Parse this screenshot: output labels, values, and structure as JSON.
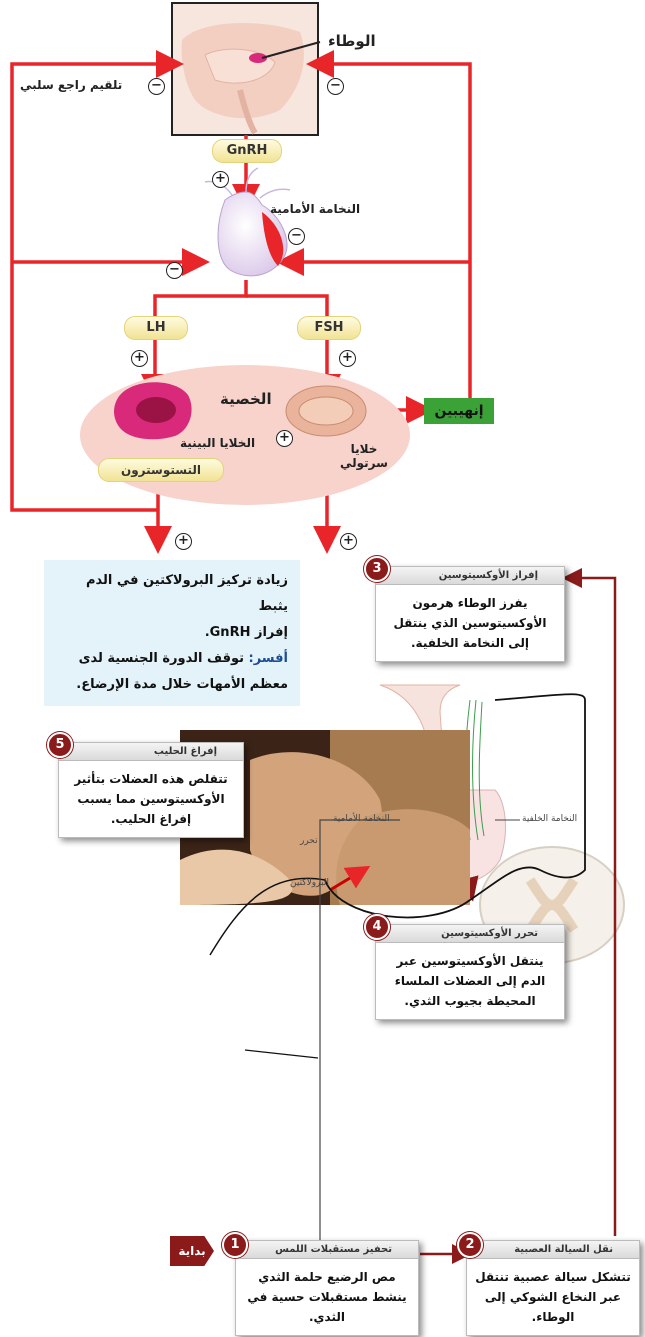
{
  "top": {
    "hypothalamus": "الوطاء",
    "negative_feedback": "تلقيم راجع سلبي",
    "gnrh": "GnRH",
    "anterior_pituitary": "النخامة الأمامية",
    "lh": "LH",
    "fsh": "FSH",
    "testis": "الخصية",
    "interstitial_cells": "الخلايا البينية",
    "testosterone": "التستوسترون",
    "sertoli_line1": "خلايا",
    "sertoli_line2": "سرتولي",
    "inhibin": "إنهيبين",
    "plus": "+",
    "minus": "−"
  },
  "note": {
    "line1": "زيادة تركيز البرولاكتين في الدم يثبط",
    "line2": "إفراز GnRH.",
    "question_label": "أفسر:",
    "question_text": " توقف الدورة الجنسية لدى",
    "line4": "معظم الأمهات خلال مدة الإرضاع."
  },
  "bottom": {
    "start_label": "بداية",
    "anterior_label": "النخامة الأمامية",
    "posterior_label": "النخامة الخلفية",
    "release_label": "تحرر",
    "prolactin_label": "البرولاكتين",
    "steps": [
      {
        "num": "1",
        "title": "تحفيز مستقبلات اللمس",
        "text": "مص الرضيع حلمة الثدي ينشط مستقبلات حسية في الثدي."
      },
      {
        "num": "2",
        "title": "نقل السيالة العصبية",
        "text": "تتشكل سيالة عصبية تنتقل عبر النخاع الشوكي إلى الوطاء."
      },
      {
        "num": "3",
        "title": "إفراز الأوكسيتوسين",
        "text": "يفرز الوطاء هرمون الأوكسيتوسين الذي ينتقل إلى النخامة الخلفية."
      },
      {
        "num": "4",
        "title": "تحرر الأوكسيتوسين",
        "text": "ينتقل الأوكسيتوسين عبر الدم إلى العضلات الملساء المحيطة بجيوب الثدي."
      },
      {
        "num": "5",
        "title": "إفراغ الحليب",
        "text": "تتقلص هذه العضلات بتأثير الأوكسيتوسين مما يسبب إفراغ الحليب."
      }
    ]
  },
  "colors": {
    "arrow": "#e8262a",
    "dark_arrow": "#8b1a1a",
    "inhibin_bg": "#3aa236",
    "testis_bg": "#f7d3cc",
    "note_bg": "#e4f3f9"
  }
}
